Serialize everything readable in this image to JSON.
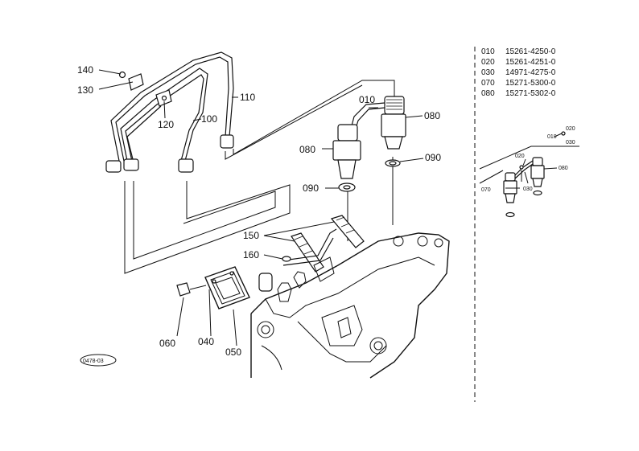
{
  "callouts": {
    "c140": "140",
    "c130": "130",
    "c110": "110",
    "c100": "100",
    "c120": "120",
    "c010": "010",
    "c080a": "080",
    "c080b": "080",
    "c090a": "090",
    "c090b": "090",
    "c150": "150",
    "c160": "160",
    "c060": "060",
    "c040": "040",
    "c050": "050"
  },
  "figure_code": "0478-03",
  "parts_list": [
    {
      "no": "010",
      "part": "15261-4250-0"
    },
    {
      "no": "020",
      "part": "15261-4251-0"
    },
    {
      "no": "030",
      "part": "14971-4275-0"
    },
    {
      "no": "070",
      "part": "15271-5300-0"
    },
    {
      "no": "080",
      "part": "15271-5302-0"
    }
  ],
  "inset": {
    "c010": "010",
    "c020a": "020",
    "c030a": "030",
    "c020b": "020",
    "c030b": "030",
    "c070": "070",
    "c080": "080"
  }
}
